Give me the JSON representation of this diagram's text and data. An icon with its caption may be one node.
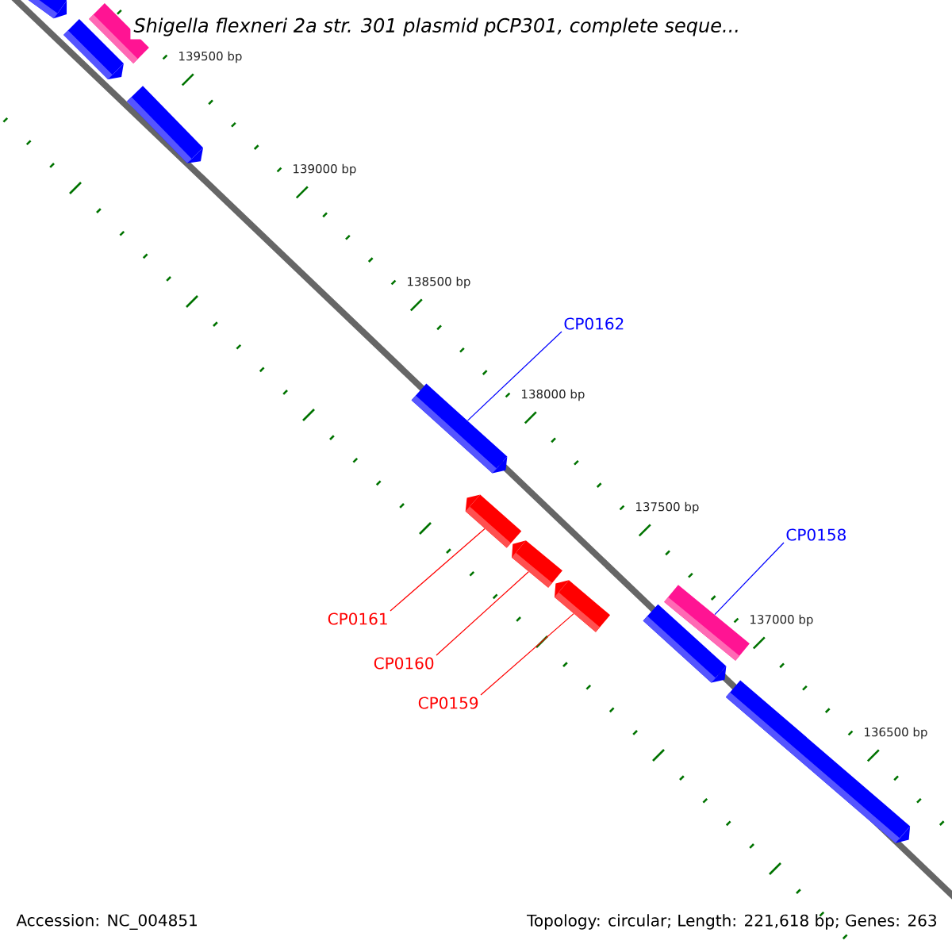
{
  "diagram": {
    "title": "Shigella flexneri 2a str. 301 plasmid pCP301, complete seque...",
    "nodes": [
      {
        "text": [],
        "shape": "bar"
      },
      {
        "text": [],
        "shape": "bar"
      },
      {
        "text": [],
        "shape": "bar"
      },
      {
        "text": [],
        "shape": "bar"
      },
      {
        "text": [],
        "shape": "bar"
      },
      {
        "text": [],
        "shape": "bar"
      },
      {
        "text": [],
        "shape": "bar"
      },
      {
        "text": [],
        "shape": "bar"
      },
      {
        "text": [],
        "shape": "bar"
      },
      {
        "text": [],
        "shape": "bar"
      },
      {
        "text": [],
        "shape": "bar"
      },
      {
        "text": [
          "CP0162"
        ]
      },
      {
        "text": [
          "CP0158"
        ]
      },
      {
        "text": [
          "CP0161"
        ]
      },
      {
        "text": [
          "CP0160"
        ]
      },
      {
        "text": [
          "CP0159"
        ]
      }
    ],
    "edges": [
      {
        "from": 11,
        "to": 4,
        "arrow": "none",
        "color": "#0000ff"
      },
      {
        "from": 12,
        "to": 8,
        "arrow": "none",
        "color": "#0000ff"
      },
      {
        "from": 13,
        "to": 5,
        "arrow": "none",
        "color": "#ff0000"
      },
      {
        "from": 14,
        "to": 6,
        "arrow": "none",
        "color": "#ff0000"
      },
      {
        "from": 15,
        "to": 7,
        "arrow": "none",
        "color": "#ff0000"
      }
    ],
    "labels": [
      "139500 bp",
      "139000 bp",
      "138500 bp",
      "138000 bp",
      "137500 bp",
      "137000 bp",
      "136500 bp",
      "Accession: NC_004851",
      "Topology: circular; Length: 221,618 bp; Genes: 263"
    ]
  }
}
